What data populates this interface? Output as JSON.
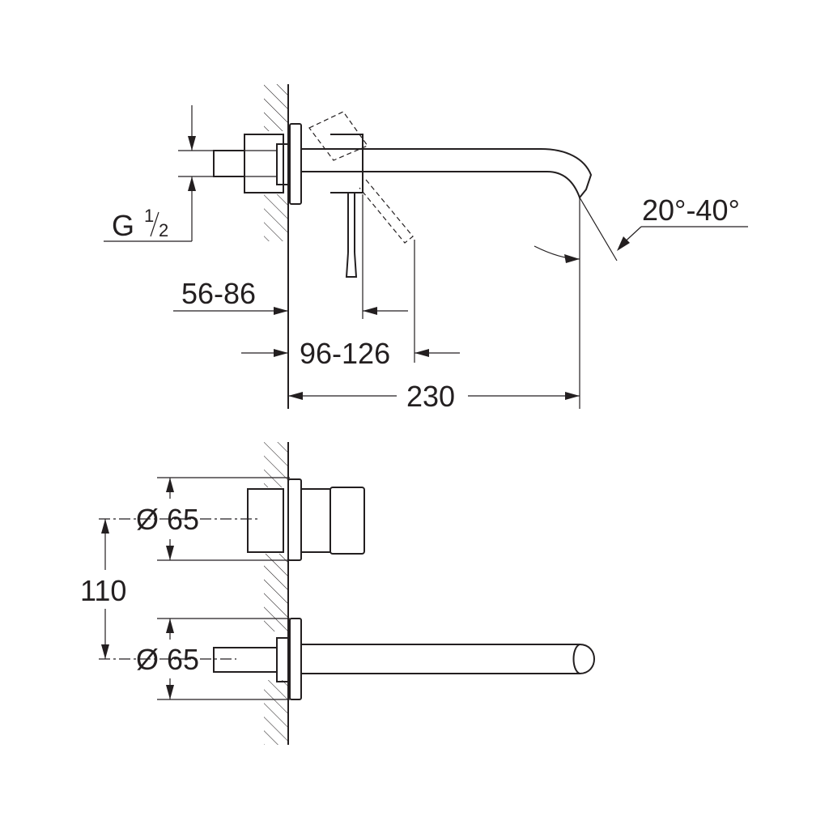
{
  "dimensions": {
    "thread": {
      "prefix": "G",
      "numerator": "1",
      "denominator": "2"
    },
    "angle": "20°-40°",
    "wall_depth": "56-86",
    "lever_depth": "96-126",
    "spout_length": "230",
    "centers": "110",
    "diameter_top": "Ø 65",
    "diameter_bottom": "Ø 65"
  }
}
